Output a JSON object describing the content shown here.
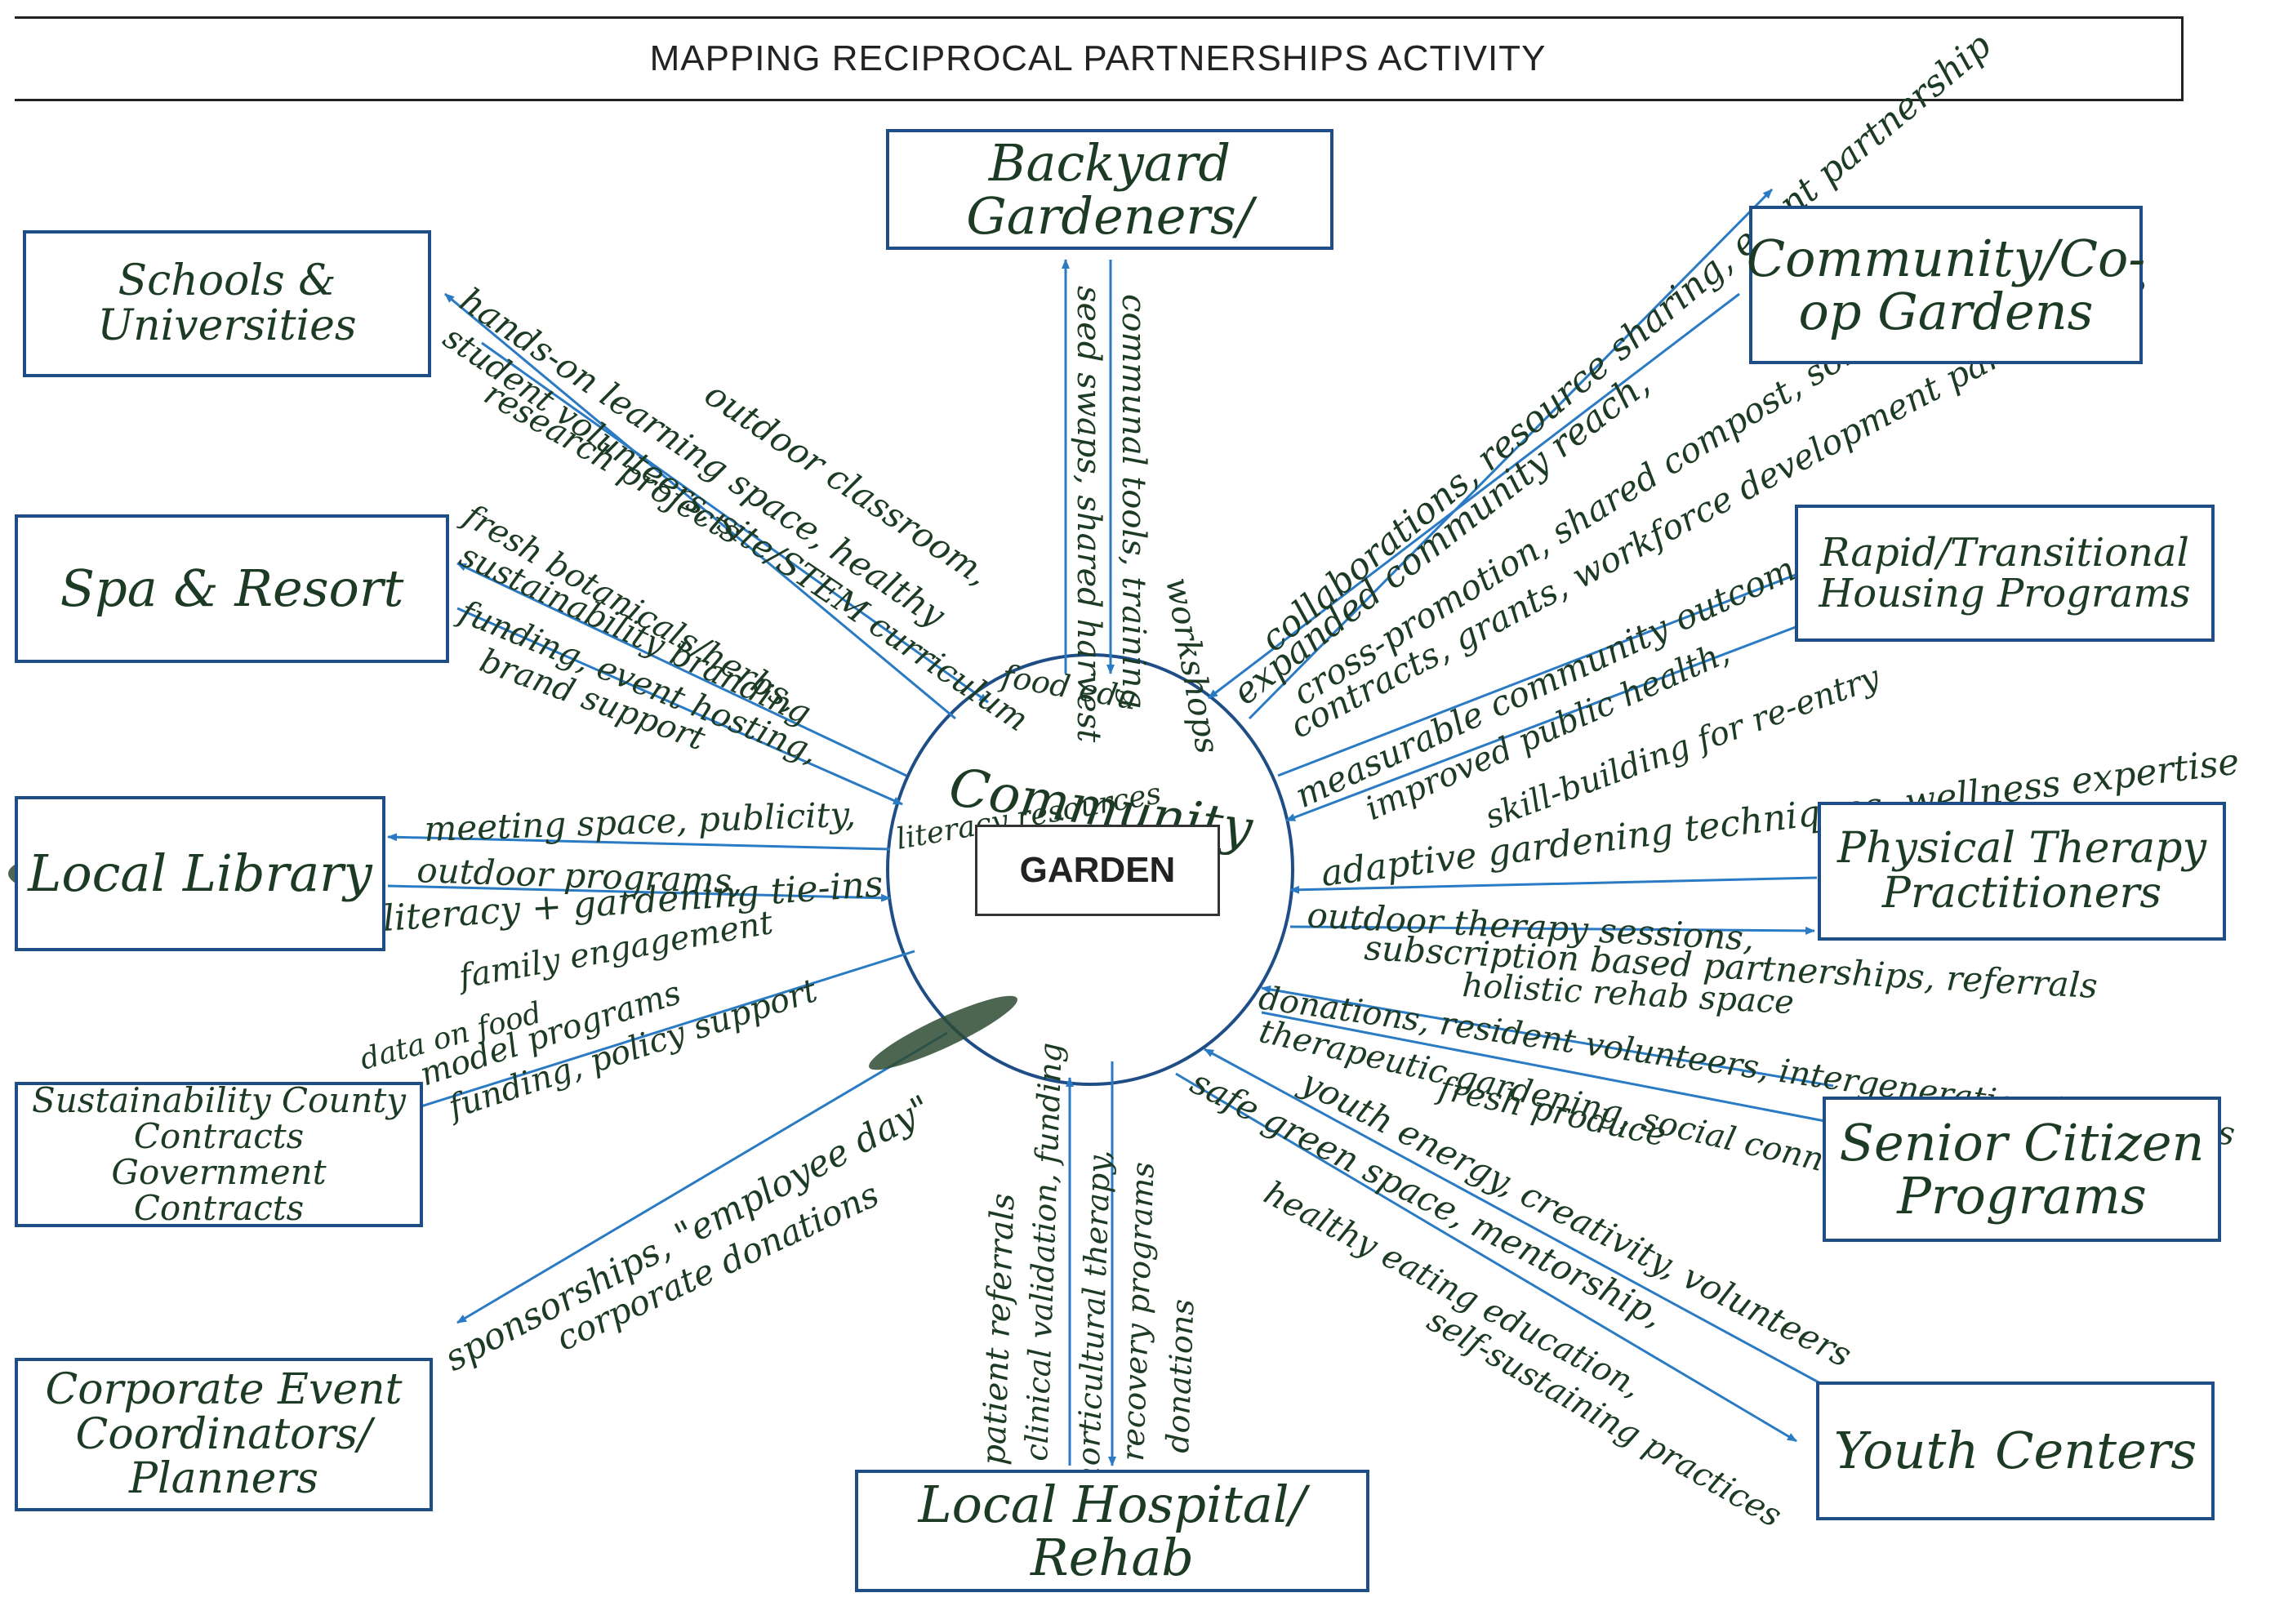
{
  "title": "MAPPING RECIPROCAL PARTNERSHIPS ACTIVITY",
  "center": {
    "label": "GARDEN",
    "handwritten_label": "Community"
  },
  "partners": {
    "backyard": "Backyard Gardeners/",
    "coop": "Community/Co-op Gardens",
    "schools": "Schools & Universities",
    "spa": "Spa & Resort",
    "housing": "Rapid/Transitional Housing Programs",
    "library": "Local Library",
    "pt": "Physical Therapy Practitioners",
    "sustain": "Sustainability County Contracts Government Contracts",
    "senior": "Senior Citizen Programs",
    "corporate": "Corporate Event Coordinators/ Planners",
    "youth": "Youth Centers",
    "hospital": "Local Hospital/ Rehab"
  },
  "annotations": {
    "backyard_up": "communal tools, training",
    "backyard_down": "seed swaps, shared harvest",
    "backyard_extra": "workshops",
    "coop_a": "collaborations, resource sharing, event partnership",
    "coop_b": "expanded community reach,",
    "coop_c": "cross-promotion, shared compost, soil systems",
    "housing_a": "contracts, grants, workforce development partnerships",
    "housing_b": "measurable community outcomes,",
    "housing_c": "improved public health,",
    "housing_d": "skill-building for re-entry",
    "schools_a": "hands-on learning space, healthy",
    "schools_b": "outdoor classroom,",
    "schools_c": "student volunteers, site/STEM curriculum",
    "schools_d": "research projects",
    "schools_e": "food edu",
    "spa_a": "fresh botanicals/herbs,",
    "spa_b": "sustainability branding",
    "spa_c": "funding, event hosting,",
    "spa_d": "brand support",
    "library_a": "meeting space, publicity,",
    "library_b": "outdoor programs,",
    "library_c": "literacy + gardening tie-ins",
    "library_d": "literacy resources",
    "library_e": "family engagement",
    "pt_a": "adaptive gardening techniques, wellness expertise",
    "pt_b": "outdoor therapy sessions,",
    "pt_c": "subscription based partnerships, referrals",
    "pt_d": "holistic rehab space",
    "sustain_a": "data on food",
    "sustain_b": "model programs",
    "sustain_c": "funding, policy support",
    "senior_a": "donations, resident volunteers, intergenerational programs",
    "senior_b": "therapeutic gardening, social connection",
    "senior_c": "fresh produce",
    "corp_a": "sponsorships, \"employee day\"",
    "corp_b": "corporate donations",
    "youth_a": "youth energy, creativity, volunteers",
    "youth_b": "safe green space, mentorship,",
    "youth_c": "healthy eating education,",
    "youth_d": "self-sustaining practices",
    "hospital_a": "patient referrals",
    "hospital_b": "clinical validation, funding",
    "hospital_c": "horticultural therapy,",
    "hospital_d": "recovery programs",
    "hospital_e": "donations"
  },
  "colors": {
    "box_border": "#1f4e86",
    "arrow": "#2a7bc4",
    "ink": "#1d3b24"
  }
}
